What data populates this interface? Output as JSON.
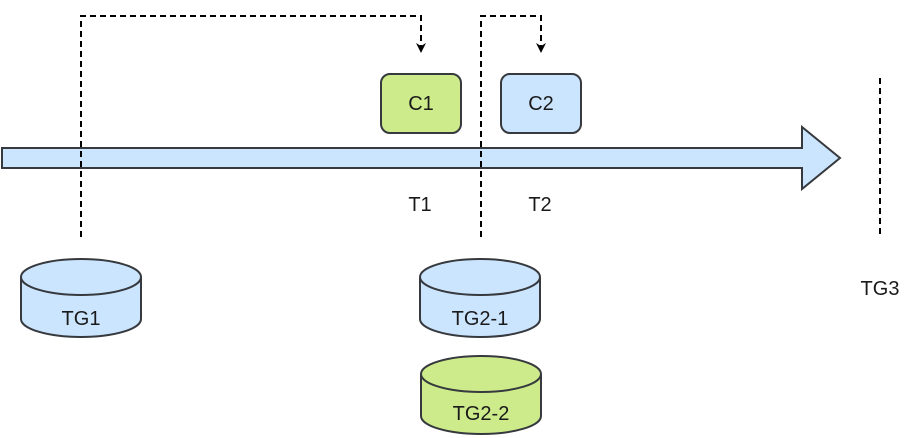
{
  "colors": {
    "blue_fill": "#cce5ff",
    "green_fill": "#cdeb8b",
    "stroke": "#36393d",
    "line": "#000000"
  },
  "nodes": {
    "c1": "C1",
    "c2": "C2",
    "t1": "T1",
    "t2": "T2",
    "tg1": "TG1",
    "tg2_1": "TG2-1",
    "tg2_2": "TG2-2",
    "tg3": "TG3"
  }
}
